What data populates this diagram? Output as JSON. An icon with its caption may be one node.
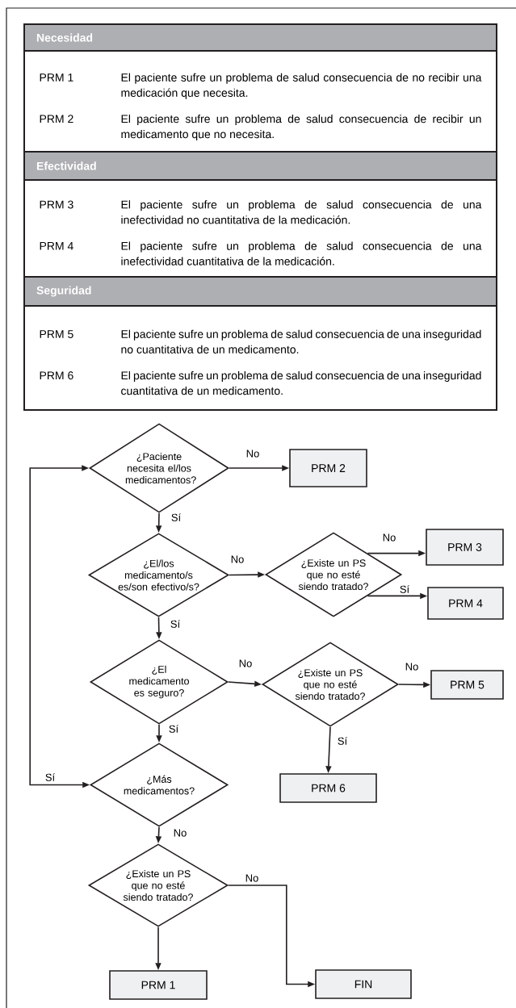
{
  "diagram": {
    "nodes": [
      {
        "text": [
          "Necesidad"
        ]
      },
      {
        "text": [
          "PRM 1",
          "El paciente sufre un problema de salud consecuencia de no recibir una medicación que necesita.",
          "PRM 2",
          "El paciente sufre un problema de salud consecuencia de recibir un medicamento que no necesita."
        ]
      },
      {
        "text": [
          "Efectividad"
        ]
      },
      {
        "text": [
          "PRM 3",
          "El paciente sufre un problema de salud consecuencia de una inefectividad no cuantitativa de la medicación.",
          "PRM 4",
          "El paciente sufre un problema de salud consecuencia de una inefectividad cuantitativa de la medicación."
        ]
      },
      {
        "text": [
          "Seguridad"
        ]
      },
      {
        "text": [
          "PRM 5",
          "El paciente sufre un problema de salud consecuencia de una inseguridad no cuantitativa de un medicamento.",
          "PRM 6",
          "El paciente sufre un problema de salud consecuencia de una inseguridad cuantitativa de un medicamento."
        ]
      },
      {
        "text": [
          "¿Paciente necesita el/los medicamentos?"
        ]
      },
      {
        "text": [
          "PRM 2"
        ]
      },
      {
        "text": [
          "¿El/los medicamento/s es/son efectivo/s?"
        ]
      },
      {
        "text": [
          "¿Existe un PS que no esté siendo tratado?"
        ]
      },
      {
        "text": [
          "PRM 3"
        ]
      },
      {
        "text": [
          "PRM 4"
        ]
      },
      {
        "text": [
          "¿El medicamento es seguro?"
        ]
      },
      {
        "text": [
          "¿Existe un PS que no esté siendo tratado?"
        ]
      },
      {
        "text": [
          "PRM 5"
        ]
      },
      {
        "text": [
          "PRM 6"
        ]
      },
      {
        "text": [
          "¿Más medicamentos?"
        ]
      },
      {
        "text": [
          "¿Existe un PS que no esté siendo tratado?"
        ]
      },
      {
        "text": [
          "PRM 1"
        ]
      },
      {
        "text": [
          "FIN"
        ]
      }
    ],
    "edges": [
      {
        "from": 6,
        "to": 7,
        "arrow": "to",
        "label": "No"
      },
      {
        "from": 6,
        "to": 8,
        "arrow": "to",
        "label": "Sí"
      },
      {
        "from": 8,
        "to": 9,
        "arrow": "to",
        "label": "No"
      },
      {
        "from": 9,
        "to": 10,
        "arrow": "to",
        "label": "No"
      },
      {
        "from": 9,
        "to": 11,
        "arrow": "to",
        "label": "Sí"
      },
      {
        "from": 8,
        "to": 12,
        "arrow": "to",
        "label": "Sí"
      },
      {
        "from": 12,
        "to": 13,
        "arrow": "to",
        "label": "No"
      },
      {
        "from": 13,
        "to": 14,
        "arrow": "to",
        "label": "No"
      },
      {
        "from": 13,
        "to": 15,
        "arrow": "to",
        "label": "Sí"
      },
      {
        "from": 12,
        "to": 16,
        "arrow": "to",
        "label": "Sí"
      },
      {
        "from": 16,
        "to": 6,
        "arrow": "both",
        "label": "Sí"
      },
      {
        "from": 16,
        "to": 17,
        "arrow": "to",
        "label": "No"
      },
      {
        "from": 17,
        "to": 19,
        "arrow": "to",
        "label": "No"
      },
      {
        "from": 17,
        "to": 18,
        "arrow": "to"
      }
    ]
  }
}
